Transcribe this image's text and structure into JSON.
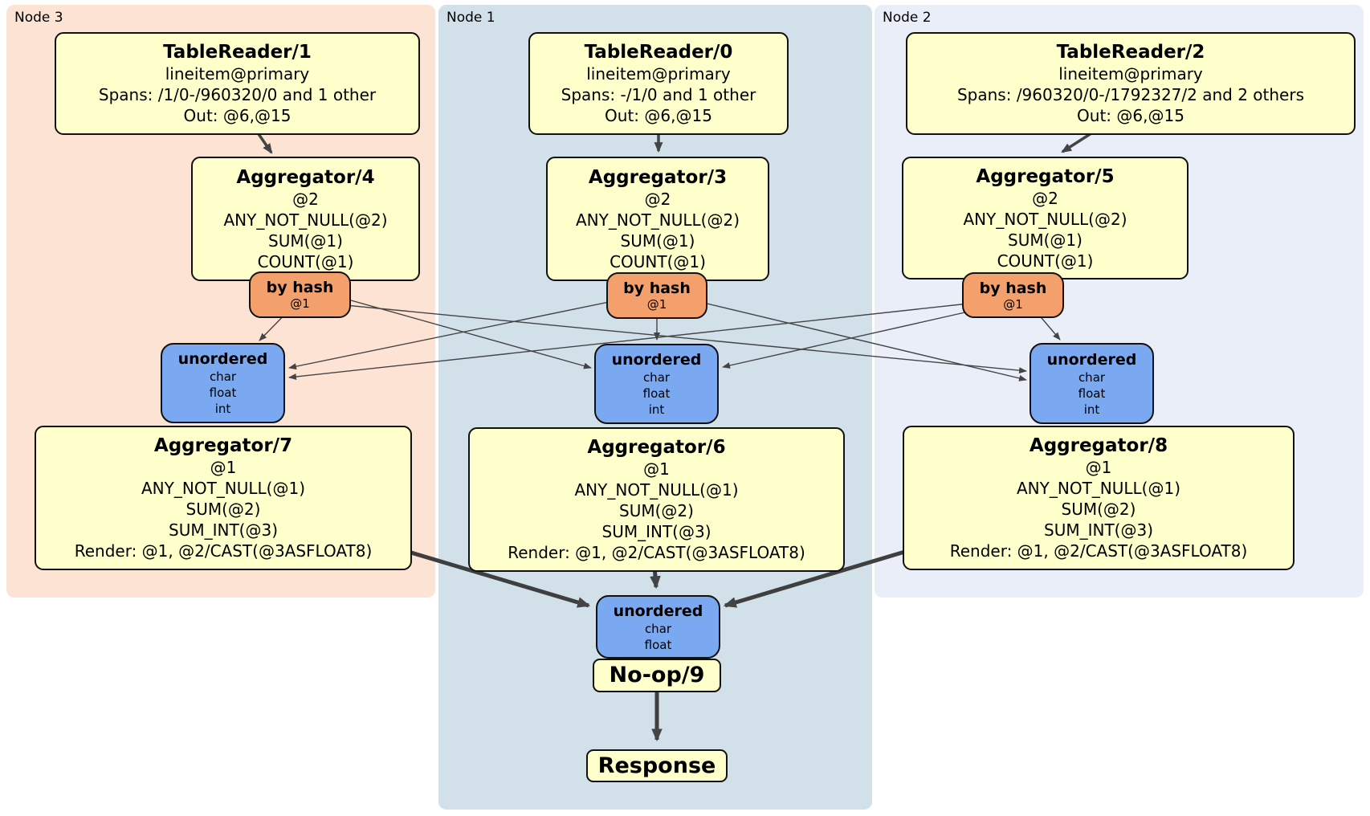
{
  "regions": {
    "node3": {
      "label": "Node 3"
    },
    "node1": {
      "label": "Node 1"
    },
    "node2": {
      "label": "Node 2"
    }
  },
  "processors": {
    "tr1": {
      "title": "TableReader/1",
      "index": "lineitem@primary",
      "spans": "Spans: /1/0-/960320/0 and 1 other",
      "out": "Out: @6,@15"
    },
    "tr0": {
      "title": "TableReader/0",
      "index": "lineitem@primary",
      "spans": "Spans: -/1/0 and 1 other",
      "out": "Out: @6,@15"
    },
    "tr2": {
      "title": "TableReader/2",
      "index": "lineitem@primary",
      "spans": "Spans: /960320/0-/1792327/2 and 2 others",
      "out": "Out: @6,@15"
    },
    "agg4": {
      "title": "Aggregator/4",
      "group": "@2",
      "f1": "ANY_NOT_NULL(@2)",
      "f2": "SUM(@1)",
      "f3": "COUNT(@1)"
    },
    "agg3": {
      "title": "Aggregator/3",
      "group": "@2",
      "f1": "ANY_NOT_NULL(@2)",
      "f2": "SUM(@1)",
      "f3": "COUNT(@1)"
    },
    "agg5": {
      "title": "Aggregator/5",
      "group": "@2",
      "f1": "ANY_NOT_NULL(@2)",
      "f2": "SUM(@1)",
      "f3": "COUNT(@1)"
    },
    "agg7": {
      "title": "Aggregator/7",
      "group": "@1",
      "f1": "ANY_NOT_NULL(@1)",
      "f2": "SUM(@2)",
      "f3": "SUM_INT(@3)",
      "render": "Render: @1, @2/CAST(@3ASFLOAT8)"
    },
    "agg6": {
      "title": "Aggregator/6",
      "group": "@1",
      "f1": "ANY_NOT_NULL(@1)",
      "f2": "SUM(@2)",
      "f3": "SUM_INT(@3)",
      "render": "Render: @1, @2/CAST(@3ASFLOAT8)"
    },
    "agg8": {
      "title": "Aggregator/8",
      "group": "@1",
      "f1": "ANY_NOT_NULL(@1)",
      "f2": "SUM(@2)",
      "f3": "SUM_INT(@3)",
      "render": "Render: @1, @2/CAST(@3ASFLOAT8)"
    },
    "noop": {
      "title": "No-op/9"
    },
    "response": {
      "title": "Response"
    }
  },
  "routers": {
    "hashL": {
      "title": "by hash",
      "key": "@1"
    },
    "hashC": {
      "title": "by hash",
      "key": "@1"
    },
    "hashR": {
      "title": "by hash",
      "key": "@1"
    }
  },
  "syncs": {
    "unordL": {
      "title": "unordered",
      "t1": "char",
      "t2": "float",
      "t3": "int"
    },
    "unordC": {
      "title": "unordered",
      "t1": "char",
      "t2": "float",
      "t3": "int"
    },
    "unordR": {
      "title": "unordered",
      "t1": "char",
      "t2": "float",
      "t3": "int"
    },
    "unordB": {
      "title": "unordered",
      "t1": "char",
      "t2": "float"
    }
  },
  "colors": {
    "region_node3": "#FCE3D3",
    "region_node1": "#D2E0EA",
    "region_node2": "#E9EEF8",
    "processor": "#FFFFCC",
    "router": "#F4A06C",
    "sync": "#7AA9F2",
    "edge": "#444444",
    "edge_thick": "#3F3F3F"
  }
}
